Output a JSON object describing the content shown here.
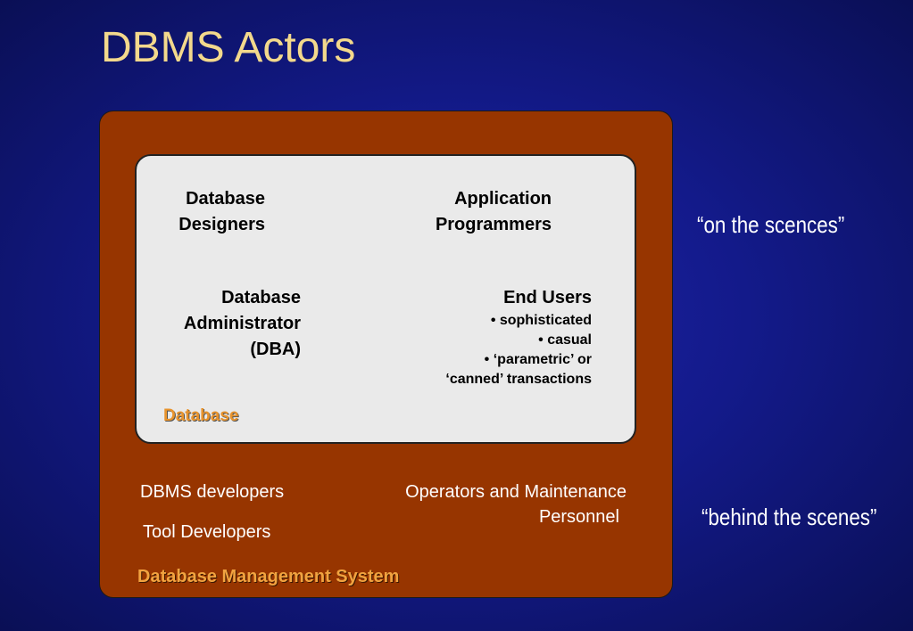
{
  "title": "DBMS Actors",
  "database": {
    "label": "Database",
    "actors": {
      "database_designers": [
        "Database",
        "Designers"
      ],
      "application_programmers": [
        "Application",
        "Programmers"
      ],
      "dba": [
        "Database",
        "Administrator",
        "(DBA)"
      ],
      "end_users": {
        "heading": "End Users",
        "items": [
          "• sophisticated",
          "• casual",
          "• ‘parametric’ or",
          "‘canned’ transactions"
        ]
      }
    }
  },
  "dbms": {
    "label": "Database Management System",
    "dbms_developers": "DBMS developers",
    "tool_developers": "Tool Developers",
    "operators": [
      "Operators and Maintenance",
      "Personnel"
    ]
  },
  "annotations": {
    "on_scenes": "“on the scences”",
    "behind_scenes": "“behind the scenes”"
  }
}
